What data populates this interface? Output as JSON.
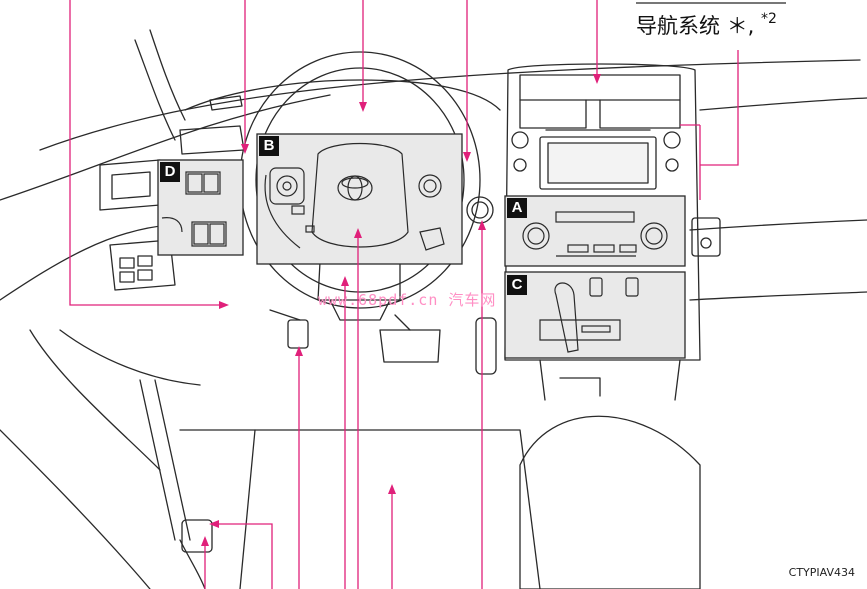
{
  "labels": {
    "navigation": "导航系统",
    "navigation_marks": "＊, ",
    "navigation_note": "*2",
    "figure_code": "CTYPIAV434",
    "watermark": "www.68pdf.cn 汽车网"
  },
  "callouts": {
    "A": "A",
    "B": "B",
    "C": "C",
    "D": "D"
  },
  "colors": {
    "leader": "#e0207a",
    "line": "#2a2a2a",
    "panel": "#e9e9e9",
    "badge": "#111111"
  }
}
